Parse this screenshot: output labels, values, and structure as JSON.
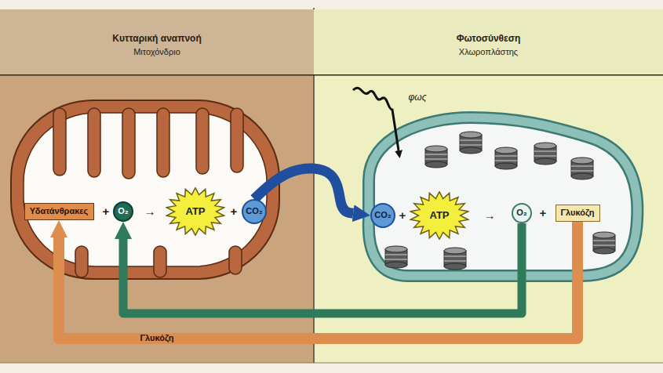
{
  "diagram": {
    "nodes": [
      {
        "text": [
          "Κυτταρική αναπνοή",
          "Μιτοχόνδριο"
        ]
      },
      {
        "text": [
          "Φωτοσύνθεση",
          "Χλωροπλάστης"
        ]
      },
      {
        "text": [
          "Υδατάνθρακες"
        ]
      },
      {
        "text": [
          "O₂"
        ]
      },
      {
        "text": [
          "ATP"
        ]
      },
      {
        "text": [
          "CO₂"
        ]
      },
      {
        "text": [
          "CO₂"
        ]
      },
      {
        "text": [
          "ATP"
        ]
      },
      {
        "text": [
          "O₂"
        ]
      },
      {
        "text": [
          "Γλυκόζη"
        ]
      }
    ],
    "edges": [
      {
        "from": 5,
        "to": 6,
        "arrow": "to"
      },
      {
        "from": 8,
        "to": 3,
        "arrow": "to"
      },
      {
        "from": 9,
        "to": 2,
        "arrow": "to",
        "label": "Γλυκόζη"
      }
    ],
    "labels": [
      "+",
      "→",
      "+",
      "φως",
      "+",
      "→",
      "+"
    ]
  }
}
